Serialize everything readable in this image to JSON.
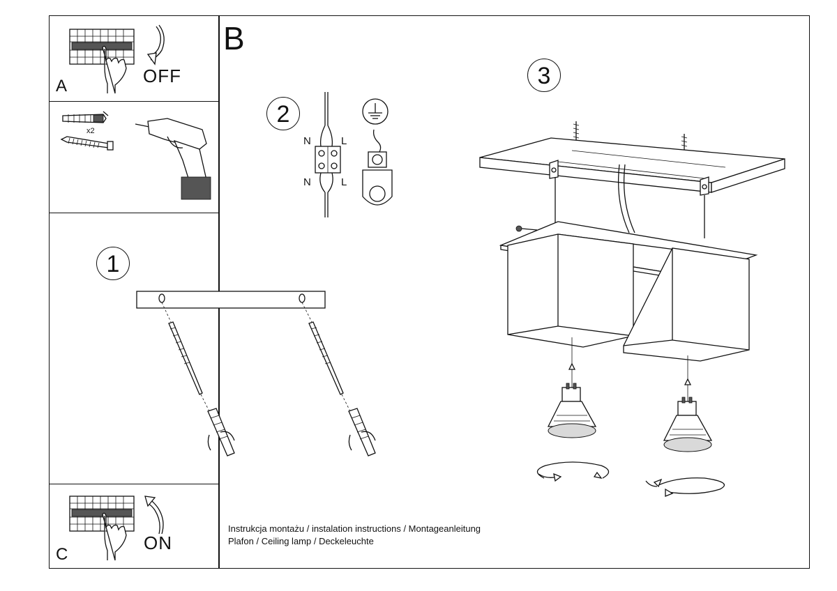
{
  "sections": {
    "a": {
      "letter": "A",
      "state": "OFF"
    },
    "b": {
      "letter": "B"
    },
    "c": {
      "letter": "C",
      "state": "ON"
    }
  },
  "steps": {
    "one": "1",
    "two": "2",
    "three": "3"
  },
  "tools": {
    "quantity": "x2"
  },
  "wiring": {
    "n_top": "N",
    "l_top": "L",
    "n_bottom": "N",
    "l_bottom": "L"
  },
  "caption": {
    "line1": "Instrukcja montażu / instalation instructions / Montageanleitung",
    "line2": "Plafon / Ceiling lamp / Deckeleuchte"
  },
  "icons": [
    "circuit-breaker-icon",
    "hand-icon",
    "arrow-down-icon",
    "arrow-up-icon",
    "wall-plug-icon",
    "screw-icon",
    "drill-icon",
    "earth-ground-icon",
    "terminal-block-icon",
    "bulb-gu10-icon",
    "rotate-arrow-icon"
  ]
}
